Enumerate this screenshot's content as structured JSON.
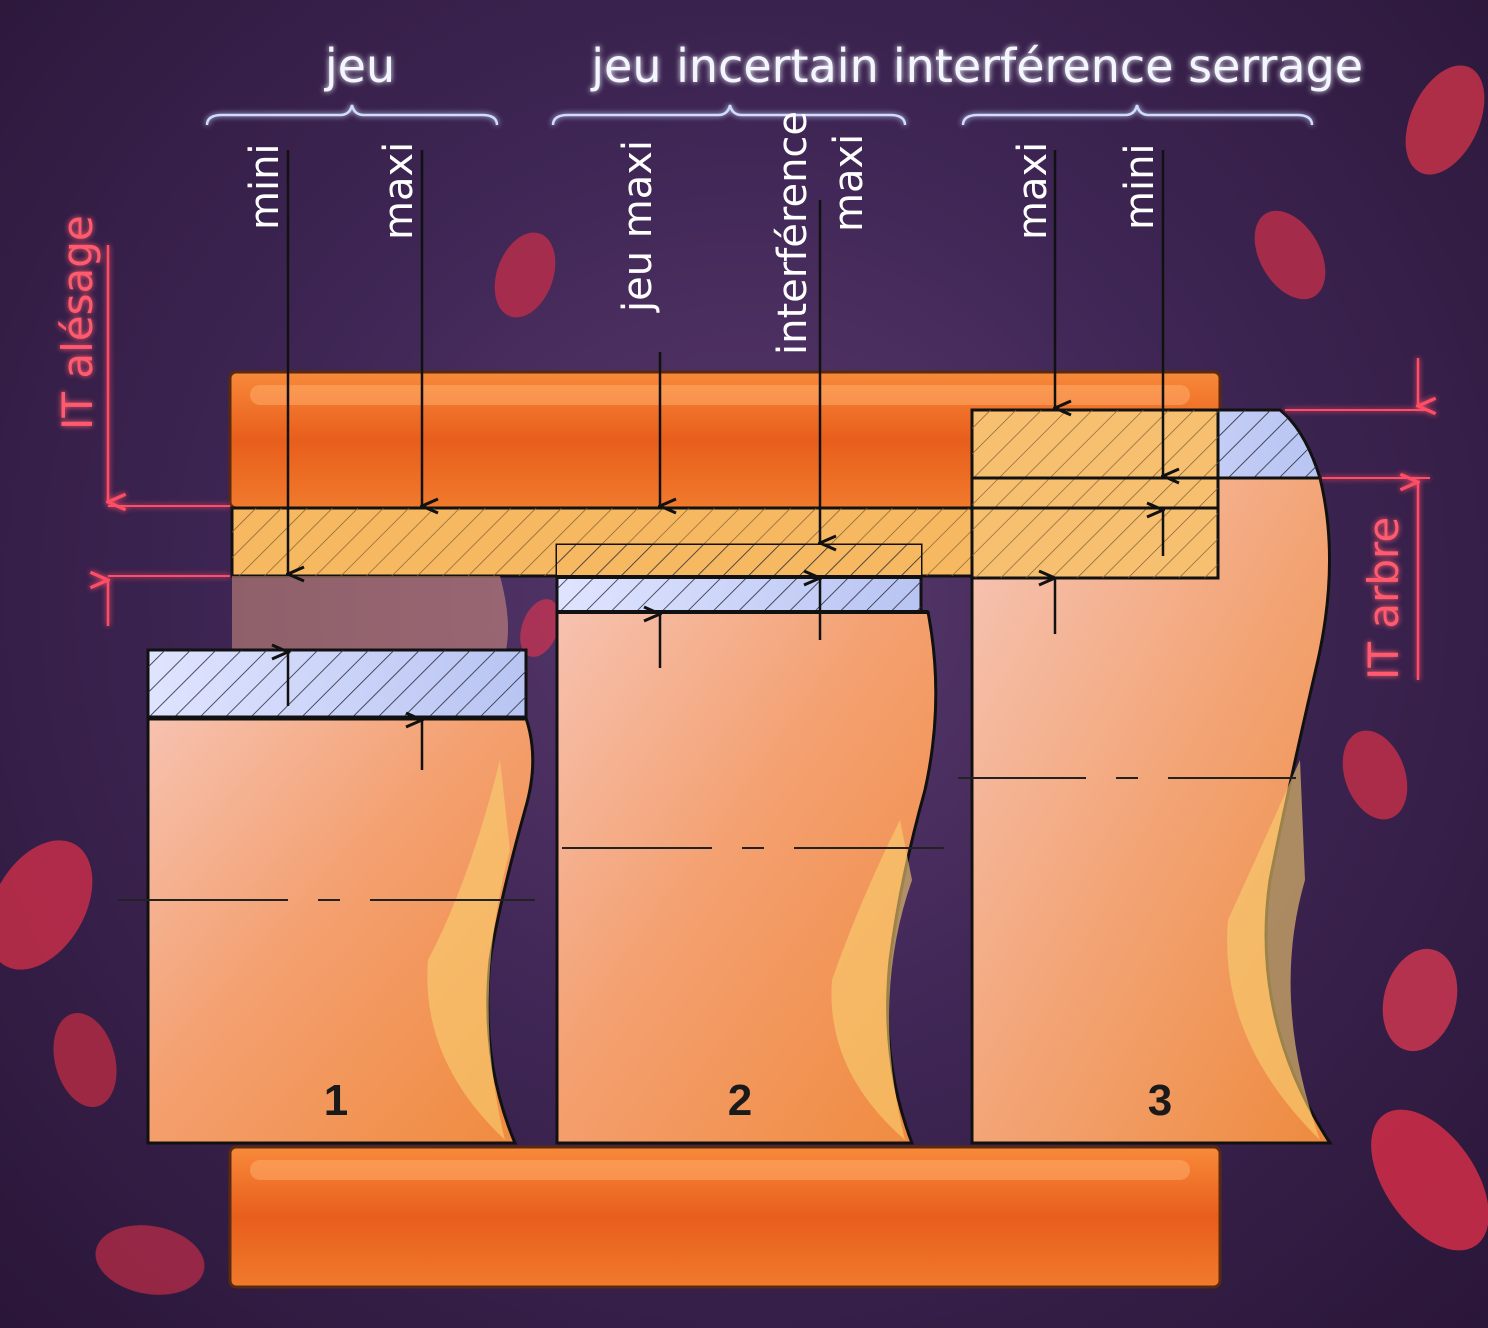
{
  "headers": {
    "clearance": "jeu",
    "uncertain": "jeu incertain",
    "interference": "interférence serrage"
  },
  "annotations": {
    "fit1_min": "mini",
    "fit1_max": "maxi",
    "fit2_clearance_max": "jeu maxi",
    "fit2_interference": "interférence",
    "fit2_max": "maxi",
    "fit3_max": "maxi",
    "fit3_min": "mini"
  },
  "side_labels": {
    "bore_tolerance": "IT alésage",
    "shaft_tolerance": "IT arbre"
  },
  "shaft_numbers": [
    "1",
    "2",
    "3"
  ],
  "colors": {
    "header_glow": "#7fa6ff",
    "tolerance_red": "#ff4d66",
    "hub_orange": "#ee6a22",
    "zone_fill": "#f7b860",
    "shaft_zone_fill": "#c8cdf0"
  }
}
